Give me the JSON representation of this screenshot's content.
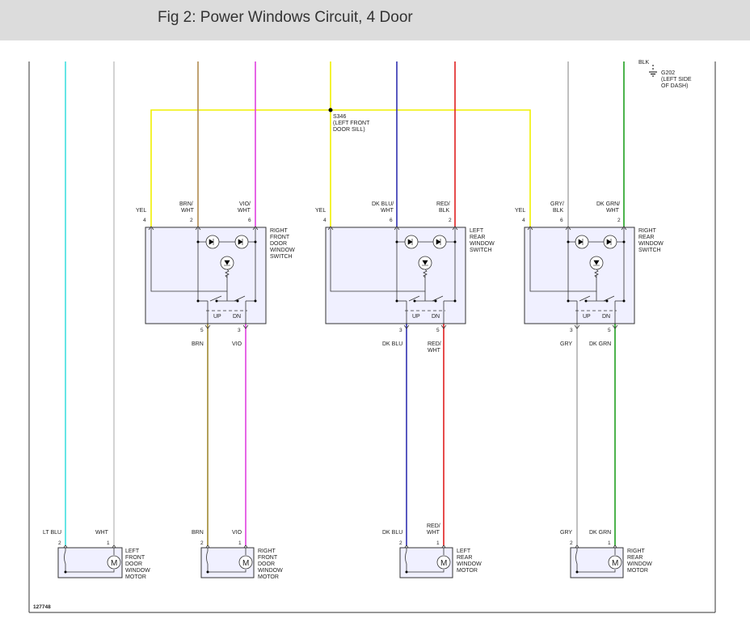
{
  "header": {
    "title": "Fig 2: Power Windows Circuit, 4 Door"
  },
  "figure_id": "127748",
  "colors": {
    "header_bg": "#dcdcdc",
    "lt_blu": "#40e0e0",
    "wht": "#c8c8c8",
    "yel": "#f0f000",
    "brn": "#b08a50",
    "vio": "#e040e0",
    "dk_blu": "#3030b0",
    "red": "#e02020",
    "gry": "#b0b0b0",
    "dk_grn": "#20a020",
    "box_fill": "#f0f0ff"
  },
  "splice": {
    "id": "S346",
    "line1": "(LEFT FRONT",
    "line2": "DOOR SILL)"
  },
  "ground": {
    "wire": "BLK",
    "id": "G202",
    "line1": "(LEFT SIDE",
    "line2": "OF DASH)"
  },
  "up_label": "UP",
  "dn_label": "DN",
  "switches": [
    {
      "name_lines": [
        "RIGHT",
        "FRONT",
        "DOOR",
        "WINDOW",
        "SWITCH"
      ],
      "top_pins": [
        {
          "color": "YEL",
          "color2": "",
          "pin": "4"
        },
        {
          "color": "BRN/",
          "color2": "WHT",
          "pin": "2"
        },
        {
          "color": "VIO/",
          "color2": "WHT",
          "pin": "6"
        }
      ],
      "bottom_pins": [
        {
          "pin": "5",
          "color": "BRN",
          "color2": ""
        },
        {
          "pin": "3",
          "color": "VIO",
          "color2": ""
        }
      ]
    },
    {
      "name_lines": [
        "LEFT",
        "REAR",
        "WINDOW",
        "SWITCH"
      ],
      "top_pins": [
        {
          "color": "YEL",
          "color2": "",
          "pin": "4"
        },
        {
          "color": "DK BLU/",
          "color2": "WHT",
          "pin": "6"
        },
        {
          "color": "RED/",
          "color2": "BLK",
          "pin": "2"
        }
      ],
      "bottom_pins": [
        {
          "pin": "3",
          "color": "DK BLU",
          "color2": ""
        },
        {
          "pin": "5",
          "color": "RED/",
          "color2": "WHT"
        }
      ]
    },
    {
      "name_lines": [
        "RIGHT",
        "REAR",
        "WINDOW",
        "SWITCH"
      ],
      "top_pins": [
        {
          "color": "YEL",
          "color2": "",
          "pin": "4"
        },
        {
          "color": "GRY/",
          "color2": "BLK",
          "pin": "6"
        },
        {
          "color": "DK GRN/",
          "color2": "WHT",
          "pin": "2"
        }
      ],
      "bottom_pins": [
        {
          "pin": "3",
          "color": "GRY",
          "color2": ""
        },
        {
          "pin": "5",
          "color": "DK GRN",
          "color2": ""
        }
      ]
    }
  ],
  "motors": [
    {
      "name_lines": [
        "LEFT",
        "FRONT",
        "DOOR",
        "WINDOW",
        "MOTOR"
      ],
      "wires": [
        {
          "color": "LT BLU",
          "color2": "",
          "pin": "2"
        },
        {
          "color": "WHT",
          "color2": "",
          "pin": "1"
        }
      ]
    },
    {
      "name_lines": [
        "RIGHT",
        "FRONT",
        "DOOR",
        "WINDOW",
        "MOTOR"
      ],
      "wires": [
        {
          "color": "BRN",
          "color2": "",
          "pin": "2"
        },
        {
          "color": "VIO",
          "color2": "",
          "pin": "1"
        }
      ]
    },
    {
      "name_lines": [
        "LEFT",
        "REAR",
        "WINDOW",
        "MOTOR"
      ],
      "wires": [
        {
          "color": "DK BLU",
          "color2": "",
          "pin": "2"
        },
        {
          "color": "RED/",
          "color2": "WHT",
          "pin": "1"
        }
      ]
    },
    {
      "name_lines": [
        "RIGHT",
        "REAR",
        "WINDOW",
        "MOTOR"
      ],
      "wires": [
        {
          "color": "GRY",
          "color2": "",
          "pin": "2"
        },
        {
          "color": "DK GRN",
          "color2": "",
          "pin": "1"
        }
      ]
    }
  ],
  "motor_symbol": "M"
}
